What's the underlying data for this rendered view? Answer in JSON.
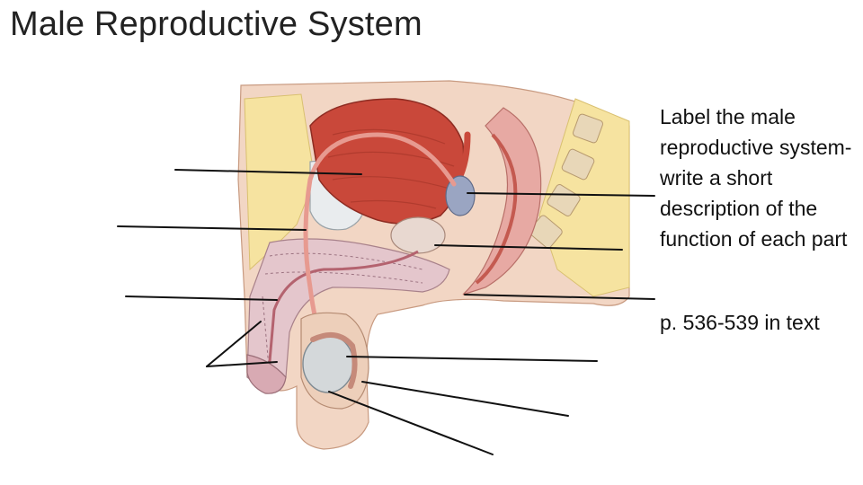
{
  "slide": {
    "title": "Male Reproductive System",
    "instructions": "Label the male reproductive system- write a short description of the function of each part",
    "reference": "p. 536-539 in text"
  },
  "colors": {
    "background": "#ffffff",
    "leader_line": "#111111",
    "skin": "#f2d6c4",
    "bladder": "#c9483a",
    "testis": "#d4d8da"
  },
  "labels": {
    "blank_label_count": 11
  }
}
